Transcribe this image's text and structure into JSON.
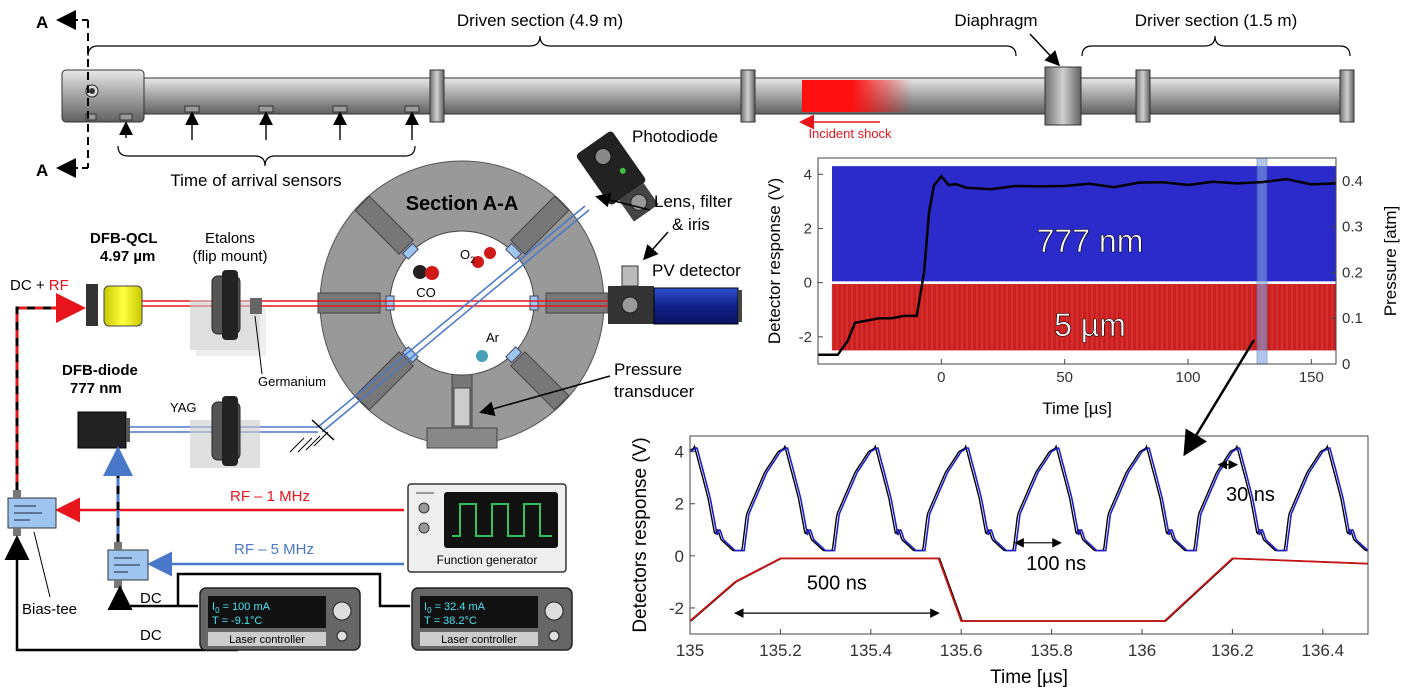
{
  "shock_tube": {
    "section_marker": "A",
    "driven_label": "Driven section (4.9 m)",
    "diaphragm_label": "Diaphragm",
    "driver_label": "Driver section (1.5 m)",
    "incident_shock_label": "Incident shock",
    "toa_label": "Time of arrival sensors"
  },
  "setup": {
    "section_title": "Section A-A",
    "photodiode": "Photodiode",
    "lens_label_1": "Lens, filter",
    "lens_label_2": "& iris",
    "pv_detector": "PV detector",
    "pressure_transducer_1": "Pressure",
    "pressure_transducer_2": "transducer",
    "qcl_name": "DFB-QCL",
    "qcl_wavelength": "4.97 µm",
    "etalons_1": "Etalons",
    "etalons_2": "(flip mount)",
    "dc_rf_dc": "DC + ",
    "dc_rf_rf": "RF",
    "germanium": "Germanium",
    "yag": "YAG",
    "diode_name": "DFB-diode",
    "diode_wavelength": "777 nm",
    "species_o2": "O",
    "species_o2_sub": "2",
    "species_co": "CO",
    "species_ar": "Ar",
    "rf1": "RF – 1 MHz",
    "rf5": "RF – 5 MHz",
    "function_generator": "Function generator",
    "bias_tee": "Bias-tee",
    "dc1": "DC",
    "dc2": "DC",
    "controller1_i": "I",
    "controller1_i_sub": "0",
    "controller1_i_val": " = 100 mA",
    "controller1_t": "T = -9.1°C",
    "controller1_name": "Laser controller",
    "controller2_i": "I",
    "controller2_i_sub": "0",
    "controller2_i_val": " = 32.4 mA",
    "controller2_t": "T = 38.2°C",
    "controller2_name": "Laser controller"
  },
  "colors": {
    "red_beam": "#e8141c",
    "blue_beam": "#4a78c8",
    "blue_signal": "#2020c8",
    "red_signal": "#c81414",
    "tube_gray": "#9a9a9a"
  },
  "chart_data": [
    {
      "type": "line",
      "xlabel": "Time [µs]",
      "ylabel": "Detector response (V)",
      "y2label": "Pressure [atm]",
      "xlim": [
        -50,
        160
      ],
      "ylim": [
        -3,
        4.6
      ],
      "y2lim": [
        0,
        0.45
      ],
      "xticks": [
        "0",
        "50",
        "100",
        "150"
      ],
      "yticks": [
        "-2",
        "0",
        "2",
        "4"
      ],
      "y2ticks": [
        "0",
        "0.1",
        "0.2",
        "0.3",
        "0.4"
      ],
      "band_labels": [
        "777 nm",
        "5 µm"
      ],
      "bands": [
        {
          "name": "777 nm",
          "ymin": 0.05,
          "ymax": 4.3
        },
        {
          "name": "5 µm",
          "ymin": -2.5,
          "ymax": -0.05
        }
      ],
      "pressure_series": {
        "x": [
          -50,
          -42,
          -38,
          -35,
          -30,
          -25,
          -20,
          -15,
          -10,
          -7,
          -5,
          -3,
          0,
          3,
          6,
          10,
          20,
          30,
          40,
          50,
          60,
          70,
          80,
          90,
          100,
          110,
          120,
          130,
          140,
          150,
          160
        ],
        "y": [
          0.02,
          0.02,
          0.05,
          0.09,
          0.095,
          0.1,
          0.1,
          0.105,
          0.105,
          0.2,
          0.33,
          0.39,
          0.41,
          0.395,
          0.39,
          0.385,
          0.385,
          0.385,
          0.39,
          0.39,
          0.39,
          0.39,
          0.395,
          0.395,
          0.395,
          0.395,
          0.395,
          0.4,
          0.4,
          0.395,
          0.395
        ]
      },
      "highlight_x": [
        128,
        132
      ]
    },
    {
      "type": "line",
      "xlabel": "Time [µs]",
      "ylabel": "Detectors response (V)",
      "xlim": [
        135,
        136.5
      ],
      "ylim": [
        -3,
        4.6
      ],
      "xticks": [
        "135",
        "135.2",
        "135.4",
        "135.6",
        "135.8",
        "136",
        "136.2",
        "136.4"
      ],
      "yticks": [
        "-2",
        "0",
        "2",
        "4"
      ],
      "annotations": [
        "500 ns",
        "100 ns",
        "30 ns"
      ],
      "series": [
        {
          "x": [
            135.0,
            135.1,
            135.2,
            135.55,
            135.6,
            136.05,
            136.2,
            136.5
          ],
          "y": [
            -2.5,
            -1.0,
            -0.1,
            -0.1,
            -2.5,
            -2.5,
            -0.1,
            -0.3
          ]
        }
      ]
    }
  ]
}
